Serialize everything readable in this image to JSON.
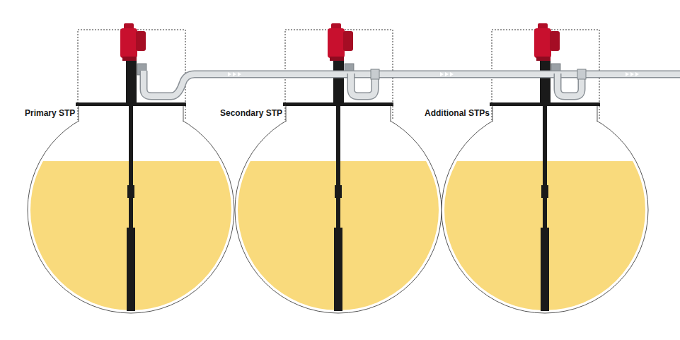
{
  "diagram": {
    "labels": [
      "Primary STP",
      "Secondary STP",
      "Additional STPs"
    ]
  }
}
